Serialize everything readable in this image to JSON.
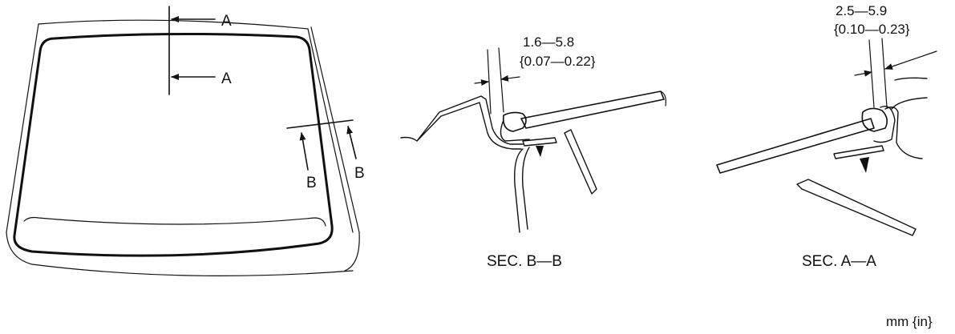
{
  "overview": {
    "section_a_upper_label": "A",
    "section_a_lower_label": "A",
    "section_b_left_label": "B",
    "section_b_right_label": "B"
  },
  "section_b": {
    "dimension_mm": "1.6—5.8",
    "dimension_in": "{0.07—0.22}",
    "title": "SEC. B—B"
  },
  "section_a": {
    "dimension_mm": "2.5—5.9",
    "dimension_in": "{0.10—0.23}",
    "title": "SEC. A—A"
  },
  "units_note": "mm {in}"
}
